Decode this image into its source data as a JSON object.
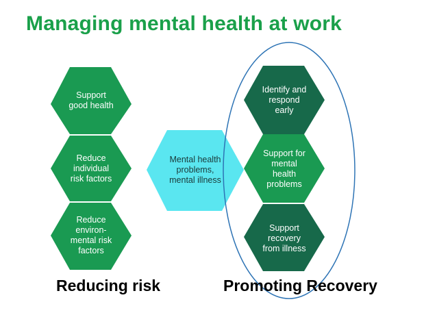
{
  "title": "Managing mental health at work",
  "colors": {
    "title": "#1aa04a",
    "left_hexagons": "#1a9a52",
    "center_hexagon": "#5ae6f0",
    "right_hexagons": "#17694a",
    "ellipse": "#2e74b5"
  },
  "left_column": [
    "Support\ngood health",
    "Reduce\nindividual\nrisk factors",
    "Reduce\nenviron-\nmental risk\nfactors"
  ],
  "center": "Mental health\nproblems,\nmental illness",
  "right_column": [
    "Identify and\nrespond\nearly",
    "Support for\nmental\nhealth\nproblems",
    "Support\nrecovery\nfrom illness"
  ],
  "captions": {
    "left": "Reducing risk",
    "right": "Promoting Recovery"
  }
}
